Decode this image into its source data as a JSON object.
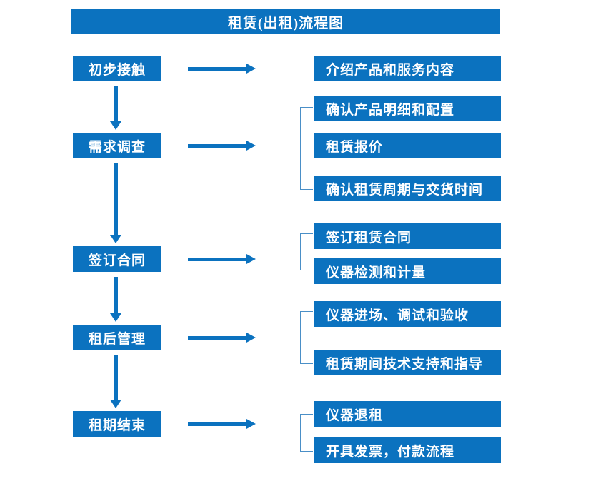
{
  "title": "租赁(出租)流程图",
  "colors": {
    "primary": "#0b72bf",
    "bracket": "#4a8fc7",
    "text": "#ffffff",
    "background": "#ffffff"
  },
  "stages": [
    {
      "label": "初步接触"
    },
    {
      "label": "需求调查"
    },
    {
      "label": "签订合同"
    },
    {
      "label": "租后管理"
    },
    {
      "label": "租期结束"
    }
  ],
  "tasks": [
    {
      "label": "介绍产品和服务内容"
    },
    {
      "label": "确认产品明细和配置"
    },
    {
      "label": "租赁报价"
    },
    {
      "label": "确认租赁周期与交货时间"
    },
    {
      "label": "签订租赁合同"
    },
    {
      "label": "仪器检测和计量"
    },
    {
      "label": "仪器进场、调试和验收"
    },
    {
      "label": "租赁期间技术支持和指导"
    },
    {
      "label": "仪器退租"
    },
    {
      "label": "开具发票，付款流程"
    }
  ],
  "connectors": {
    "horizontal_arrow": "right-arrow-icon",
    "vertical_arrow": "down-arrow-icon",
    "bracket": "group-bracket-icon"
  }
}
